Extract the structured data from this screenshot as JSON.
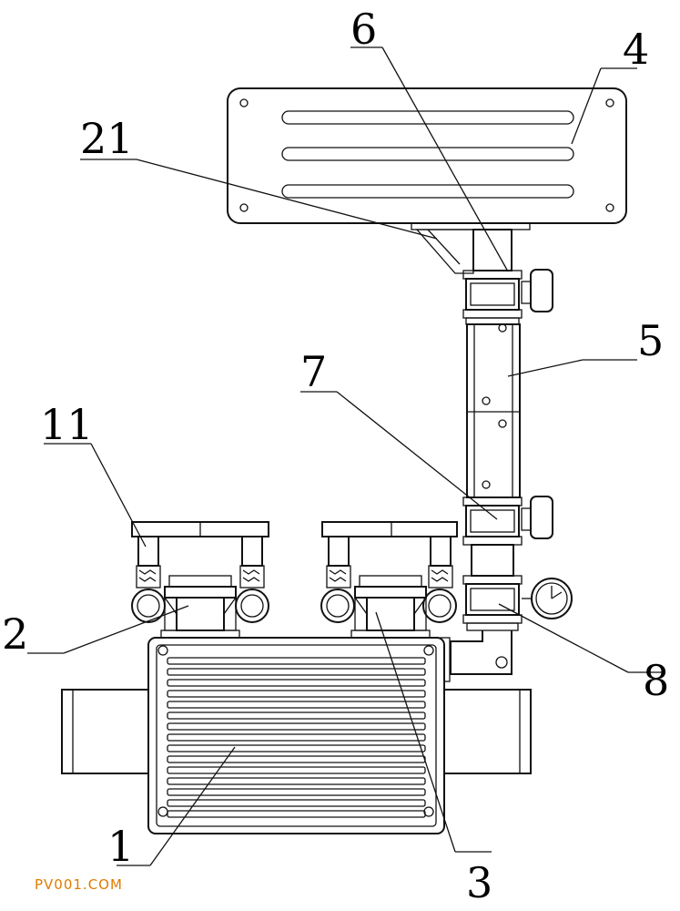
{
  "diagram": {
    "labels": {
      "l1": "1",
      "l2": "2",
      "l3": "3",
      "l4": "4",
      "l5": "5",
      "l6": "6",
      "l7": "7",
      "l8": "8",
      "l11": "11",
      "l21": "21"
    }
  },
  "watermark": "PV001.COM"
}
